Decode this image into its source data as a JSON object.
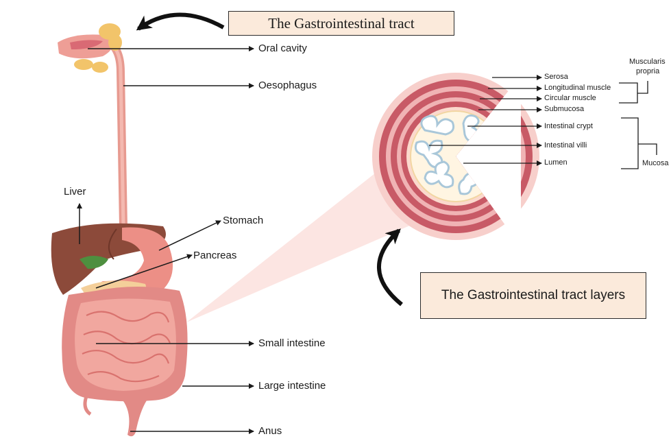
{
  "titles": {
    "main": "The Gastrointestinal tract",
    "layers": "The Gastrointestinal tract layers"
  },
  "organs": {
    "oral_cavity": "Oral cavity",
    "oesophagus": "Oesophagus",
    "liver": "Liver",
    "stomach": "Stomach",
    "pancreas": "Pancreas",
    "small_intestine": "Small intestine",
    "large_intestine": "Large intestine",
    "anus": "Anus"
  },
  "layers": {
    "serosa": "Serosa",
    "longitudinal_muscle": "Longitudinal muscle",
    "circular_muscle": "Circular muscle",
    "submucosa": "Submucosa",
    "intestinal_crypt": "Intestinal crypt",
    "intestinal_villi": "Intestinal villi",
    "lumen": "Lumen",
    "muscularis_propria_line1": "Muscularis",
    "muscularis_propria_line2": "propria",
    "mucosa": "Mucosa"
  },
  "colors": {
    "title_box_fill": "#fbeadb",
    "tissue_pink": "#eea49a",
    "muscle_red": "#c85a66",
    "liver_brown": "#8c4a3a",
    "gallbladder_green": "#4e8f3f",
    "salivary_yellow": "#f2c46a",
    "lumen_cream": "#fff5e2",
    "villi_blue": "#a9c7d9"
  }
}
